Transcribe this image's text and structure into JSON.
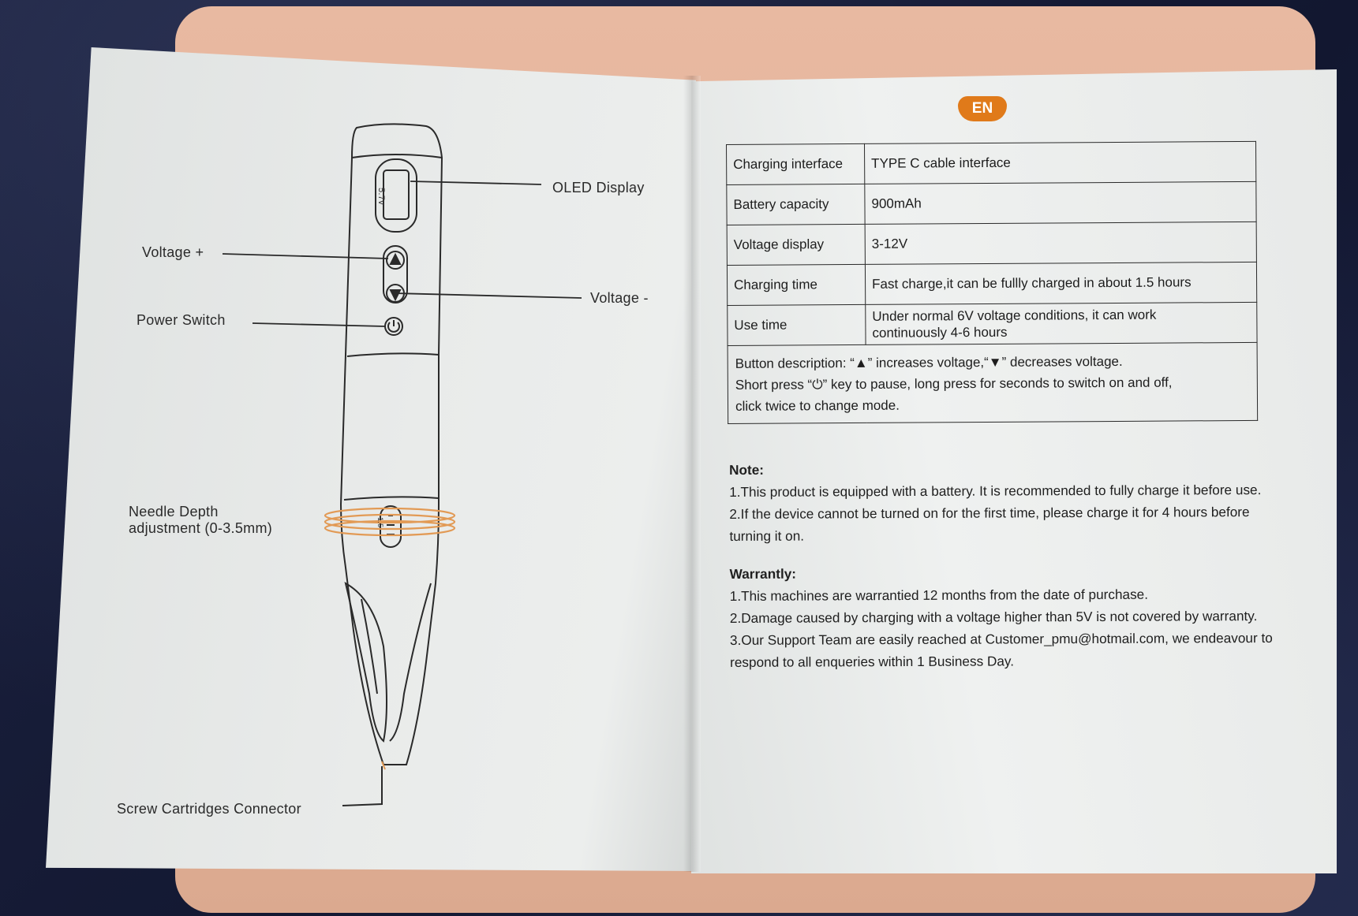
{
  "language_badge": "EN",
  "diagram": {
    "labels": {
      "oled": "OLED Display",
      "voltage_plus": "Voltage +",
      "voltage_minus": "Voltage -",
      "power_switch": "Power Switch",
      "needle_depth_line1": "Needle Depth",
      "needle_depth_line2": "adjustment (0-3.5mm)",
      "connector": "Screw Cartridges Connector"
    },
    "display_readout": "5.7v",
    "depth_dial": "1.5"
  },
  "specs": [
    {
      "key": "Charging interface",
      "value": "TYPE C cable interface"
    },
    {
      "key": "Battery capacity",
      "value": "900mAh"
    },
    {
      "key": "Voltage display",
      "value": "3-12V"
    },
    {
      "key": "Charging time",
      "value": "Fast charge,it can be fullly charged in about 1.5 hours"
    },
    {
      "key": "Use time",
      "value_line1": "Under normal 6V voltage conditions, it can work",
      "value_line2": "continuously 4-6 hours"
    }
  ],
  "button_description": {
    "line1": "Button description: “▲” increases voltage,“▼” decreases voltage.",
    "line2": "Short press “⏻” key to pause, long press for seconds to switch on and off,",
    "line3": "click twice to change mode."
  },
  "note": {
    "heading": "Note:",
    "items": [
      "1.This product is equipped with a battery. It is recommended to fully charge it before use.",
      "2.If the device cannot be turned on for the first time, please charge it for 4 hours before turning it on."
    ]
  },
  "warranty": {
    "heading": "Warrantly:",
    "items": [
      "1.This machines are warrantied 12 months from the date of purchase.",
      "2.Damage caused by charging with a voltage higher than 5V is not covered by warranty.",
      "3.Our Support Team are easily reached at Customer_pmu@hotmail.com, we endeavour to respond to all enqueries within 1 Business Day."
    ]
  }
}
